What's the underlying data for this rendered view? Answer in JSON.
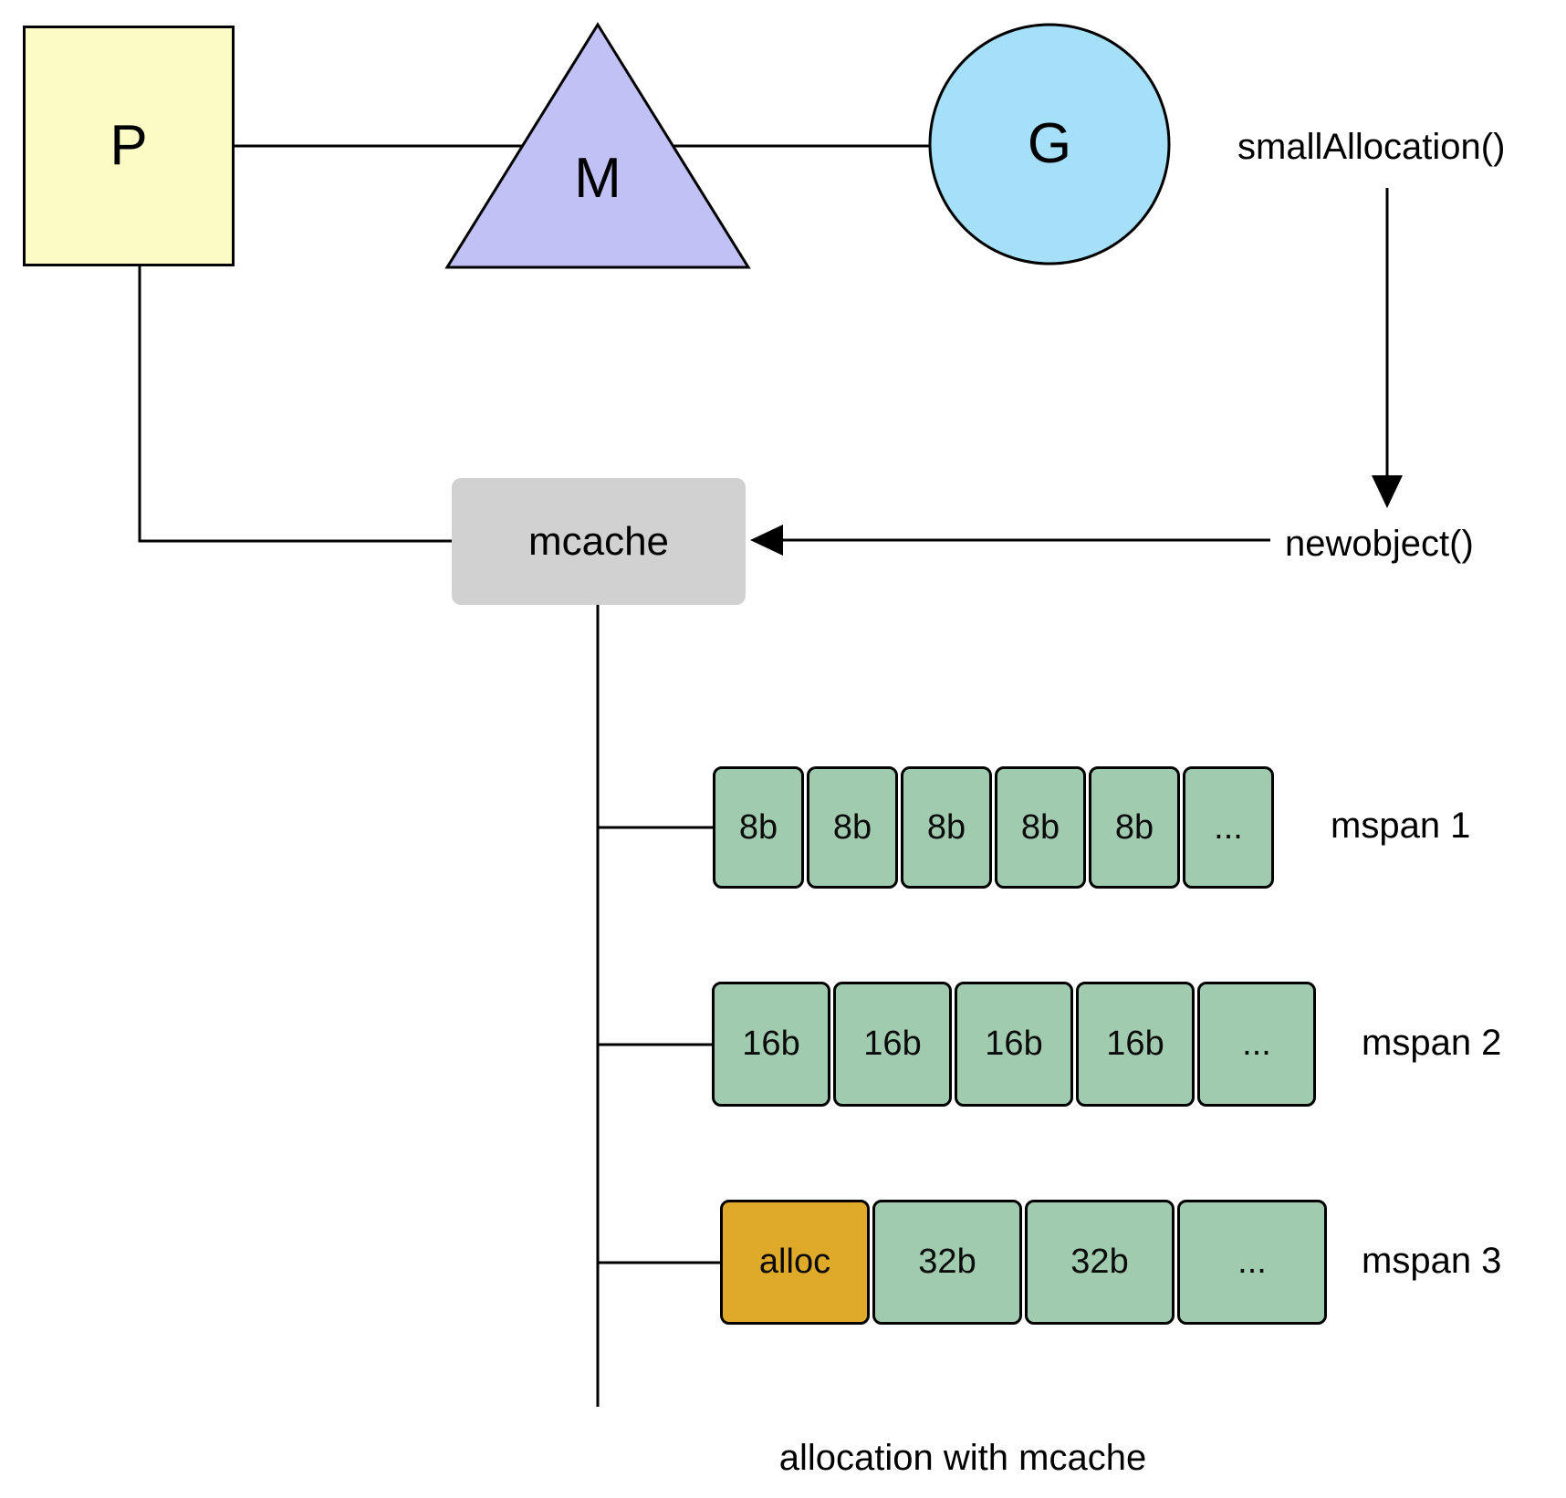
{
  "diagram": {
    "caption": "allocation with mcache",
    "nodes": {
      "p": {
        "label": "P",
        "shape": "square",
        "fill": "#FBFBC6"
      },
      "m": {
        "label": "M",
        "shape": "triangle",
        "fill": "#C2C1F5"
      },
      "g": {
        "label": "G",
        "shape": "circle",
        "fill": "#A5DFF8"
      },
      "mcache": {
        "label": "mcache",
        "shape": "rounded-rect",
        "fill": "#D1D1D1"
      }
    },
    "annotations": {
      "small_allocation": "smallAllocation()",
      "new_object": "newobject()"
    },
    "mspans": [
      {
        "label": "mspan 1",
        "cells": [
          "8b",
          "8b",
          "8b",
          "8b",
          "8b",
          "..."
        ]
      },
      {
        "label": "mspan 2",
        "cells": [
          "16b",
          "16b",
          "16b",
          "16b",
          "..."
        ]
      },
      {
        "label": "mspan 3",
        "cells": [
          "alloc",
          "32b",
          "32b",
          "..."
        ],
        "highlighted_cell": "alloc"
      }
    ],
    "colors": {
      "span_cell_fill": "#A0CBAF",
      "alloc_cell_fill": "#DFA929",
      "line": "#000000",
      "background": "#FFFFFF"
    }
  }
}
